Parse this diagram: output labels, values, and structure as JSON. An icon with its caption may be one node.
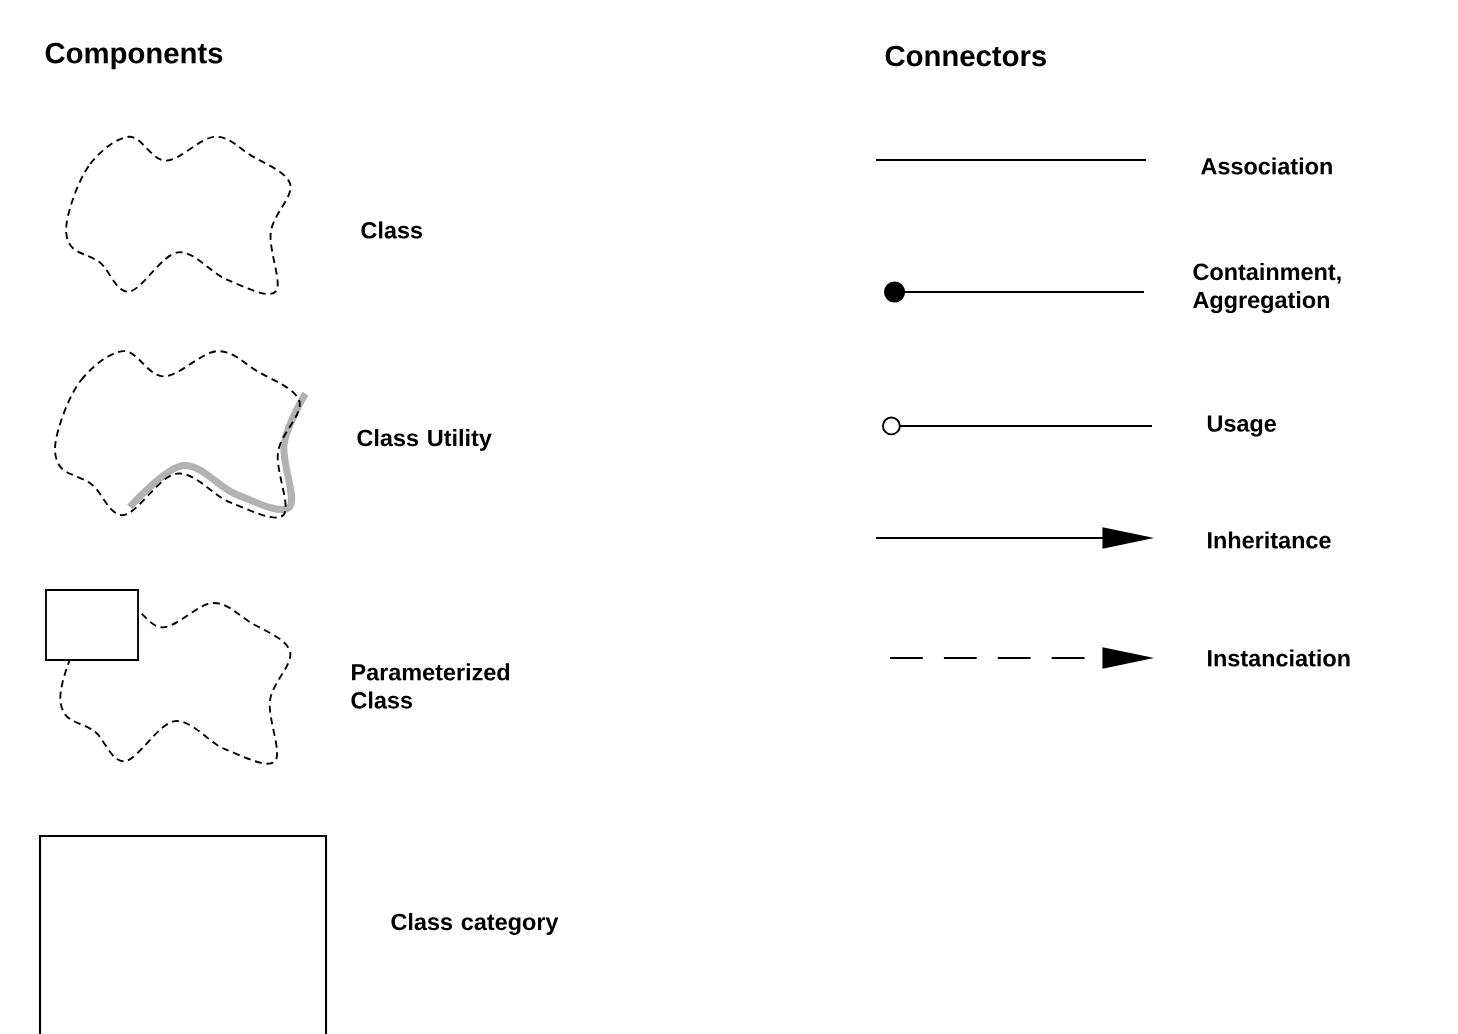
{
  "diagram": {
    "labels": [
      "Components",
      "Connectors"
    ],
    "legend": [
      {
        "text": "Class"
      },
      {
        "text": "Class Utility"
      },
      {
        "text": "Parameterized Class"
      },
      {
        "text": "Class category"
      },
      {
        "text": "Association"
      },
      {
        "text": "Containment, Aggregation"
      },
      {
        "text": "Usage"
      },
      {
        "text": "Inheritance"
      },
      {
        "text": "Instanciation"
      }
    ]
  }
}
